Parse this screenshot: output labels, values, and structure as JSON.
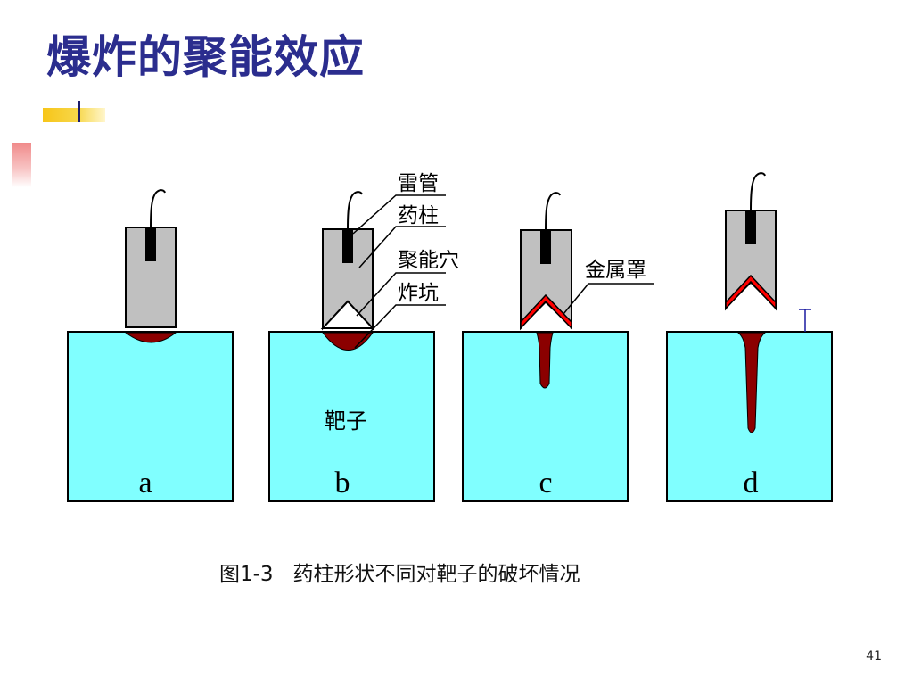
{
  "slide": {
    "title": "爆炸的聚能效应",
    "page_number": "41"
  },
  "figure": {
    "panels": [
      "a",
      "b",
      "c",
      "d"
    ],
    "labels": {
      "detonator": "雷管",
      "charge": "药柱",
      "cavity": "聚能穴",
      "crater": "炸坑",
      "metal_liner": "金属罩",
      "target": "靶子"
    },
    "caption": "图1-3   药柱形状不同对靶子的破坏情况"
  },
  "colors": {
    "title": "#2b2d8e",
    "target": "#80ffff",
    "charge": "#c0c0c0",
    "crater": "#8b0000",
    "liner": "#ff0000"
  }
}
